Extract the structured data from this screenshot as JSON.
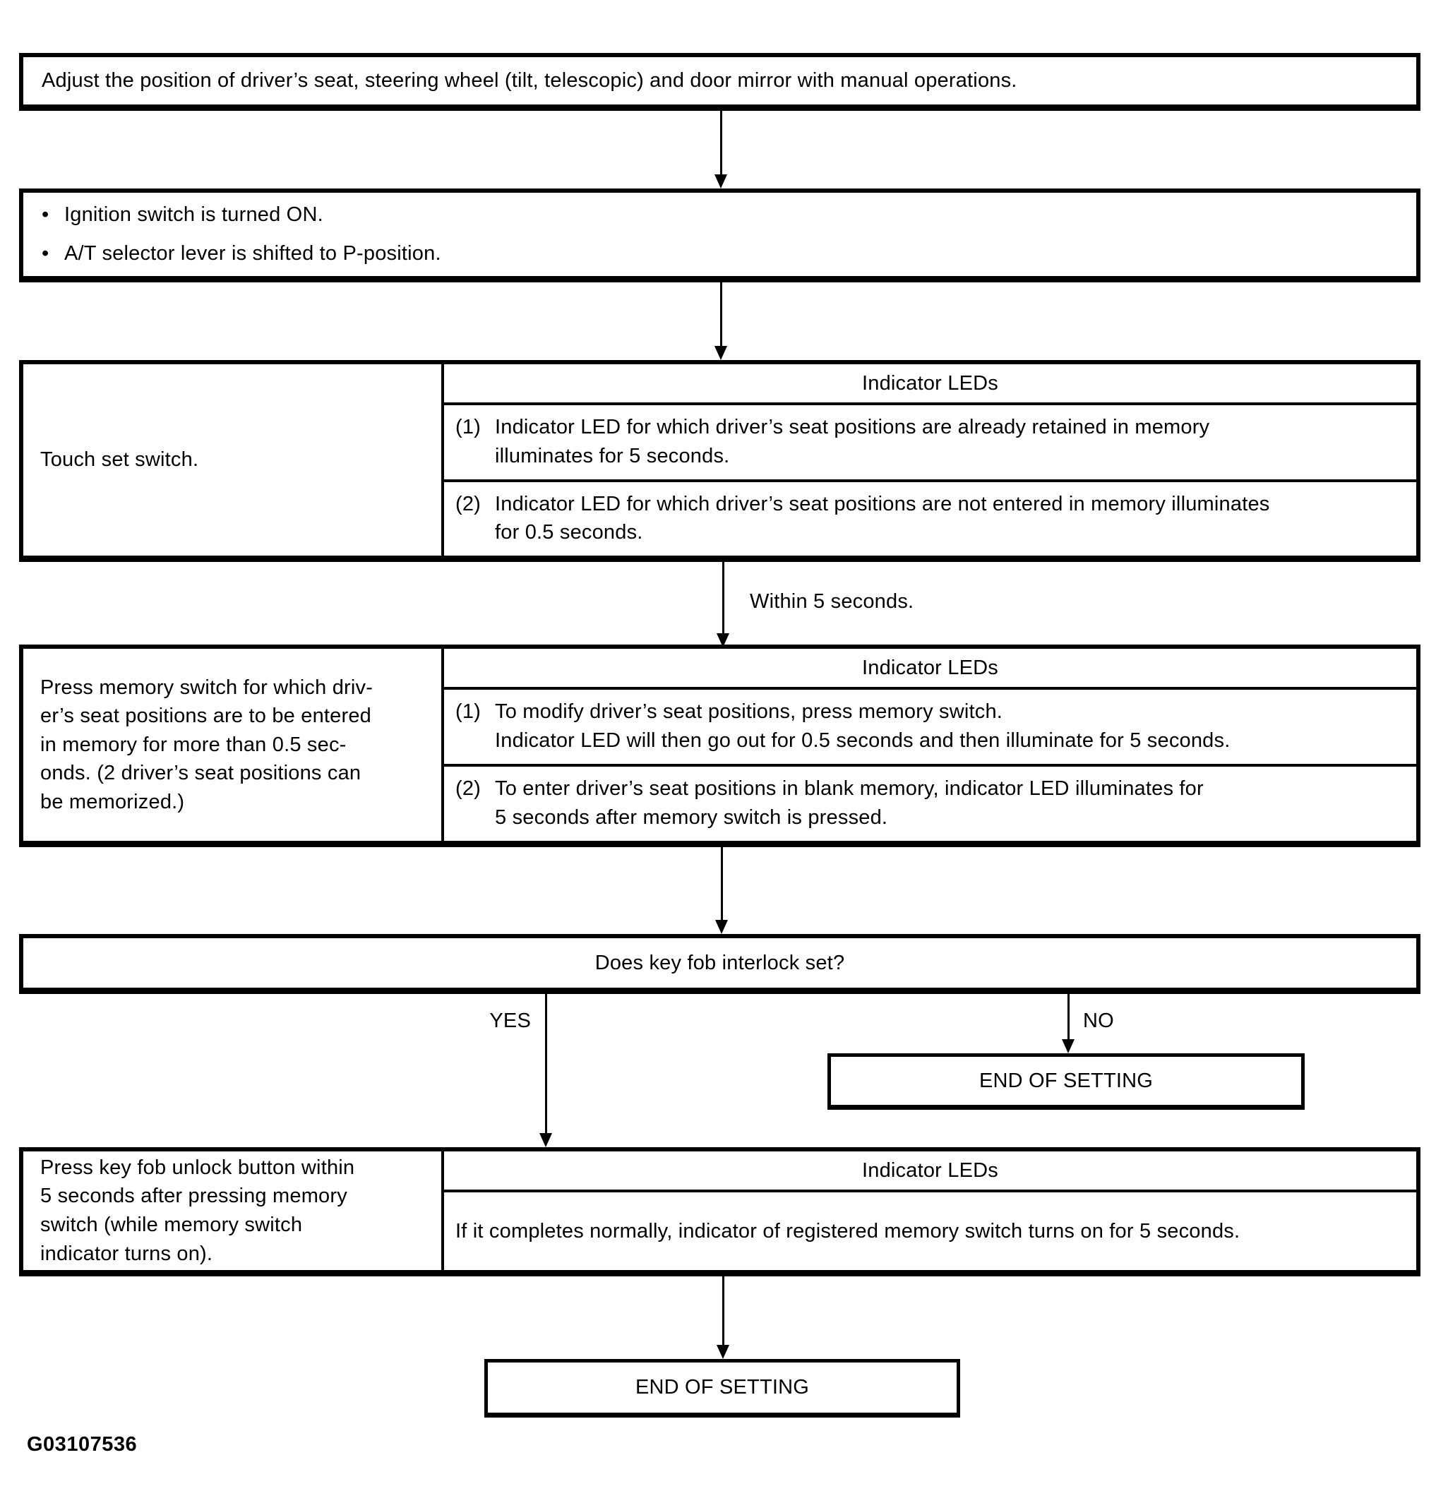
{
  "page": {
    "background": "#ffffff",
    "ink": "#000000",
    "figure_code": "G03107536"
  },
  "flowchart": {
    "step1": {
      "text": "Adjust the position of driver’s seat, steering wheel  (tilt, telescopic) and door mirror with manual operations."
    },
    "step2": {
      "bullet_glyph": "•",
      "items": [
        "Ignition switch is turned ON.",
        "A/T selector lever is shifted to P-position."
      ]
    },
    "step3": {
      "action": "Touch set switch.",
      "table": {
        "header": "Indicator LEDs",
        "items": [
          {
            "marker": "(1)",
            "text": "Indicator LED for which driver’s seat positions are already retained in memory\nilluminates for 5 seconds."
          },
          {
            "marker": "(2)",
            "text": "Indicator LED for which driver’s seat positions are not entered in memory illuminates\nfor 0.5 seconds."
          }
        ]
      }
    },
    "connector_label": "Within 5 seconds.",
    "step4": {
      "action": "Press memory switch for which driv-\ner’s seat positions are to be entered\nin memory for more than 0.5 sec-\nonds. (2 driver’s seat positions can\nbe memorized.)",
      "table": {
        "header": "Indicator LEDs",
        "items": [
          {
            "marker": "(1)",
            "text": "To modify driver’s seat positions, press memory switch.\nIndicator LED will then go out for 0.5 seconds and then illuminate for 5 seconds."
          },
          {
            "marker": "(2)",
            "text": "To enter driver’s seat positions in blank memory, indicator LED illuminates for\n5 seconds after memory switch is pressed."
          }
        ]
      }
    },
    "decision": {
      "text": "Does key fob interlock set?",
      "yes_label": "YES",
      "no_label": "NO"
    },
    "end_no": {
      "text": "END OF SETTING"
    },
    "step5": {
      "action": "Press key fob unlock button within\n5 seconds after pressing memory\nswitch (while memory switch\nindicator turns on).",
      "table": {
        "header": "Indicator LEDs",
        "content": "If it completes normally, indicator of registered memory switch turns on for 5 seconds."
      }
    },
    "end_final": {
      "text": "END OF SETTING"
    }
  }
}
